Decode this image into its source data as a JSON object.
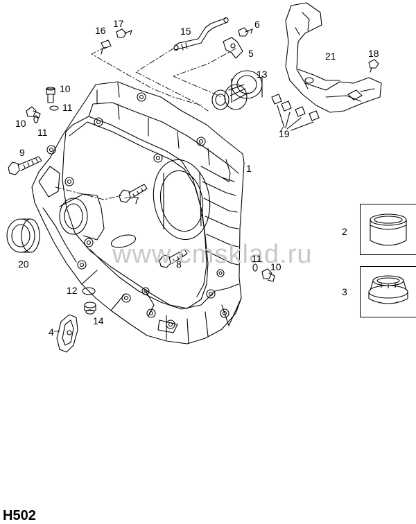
{
  "sheet_code": "H502",
  "watermark": "www.cmsklad.ru",
  "callouts": {
    "c1": "1",
    "c2": "2",
    "c3": "3",
    "c4": "4",
    "c5": "5",
    "c6": "6",
    "c7": "7",
    "c8": "8",
    "c9": "9",
    "c10a": "10",
    "c10b": "10",
    "c10c": "10",
    "c11a": "11",
    "c11b": "11",
    "c11c": "11",
    "c12": "12",
    "c13": "13",
    "c14": "14",
    "c15": "15",
    "c16": "16",
    "c17": "17",
    "c18": "18",
    "c19": "19",
    "c20": "20",
    "c21": "21"
  },
  "colors": {
    "line": "#000000",
    "watermark": "#c8c8c8",
    "background": "#ffffff"
  }
}
